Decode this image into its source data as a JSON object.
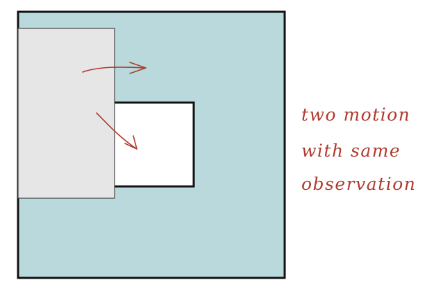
{
  "annotation": {
    "lines": [
      "two motion",
      "with same",
      "observation"
    ],
    "color": "#b03a2e"
  },
  "colors": {
    "background": "#ffffff",
    "frame_fill": "#b9d9dc",
    "frame_border": "#111111",
    "window_fill": "#ffffff",
    "occluder_fill": "#e6e6e6",
    "occluder_border": "#444444",
    "arrow": "#b03a2e"
  }
}
